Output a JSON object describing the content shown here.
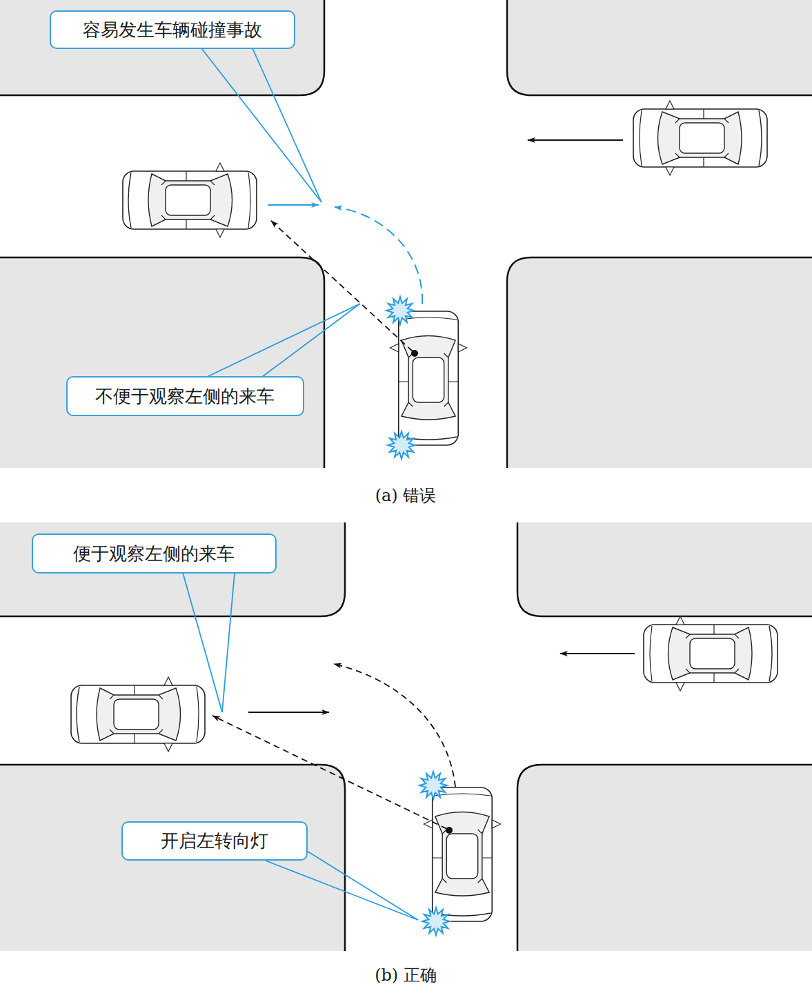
{
  "diagram": {
    "nodes": [
      {
        "text": [
          "容易发生车辆碰撞事故"
        ]
      },
      {
        "text": [
          "不便于观察左侧的来车"
        ]
      },
      {
        "text": [
          "便于观察左侧的来车"
        ]
      },
      {
        "text": [
          "开启左转向灯"
        ]
      }
    ],
    "labels": [
      "(a) 错误",
      "(b) 正确"
    ]
  }
}
